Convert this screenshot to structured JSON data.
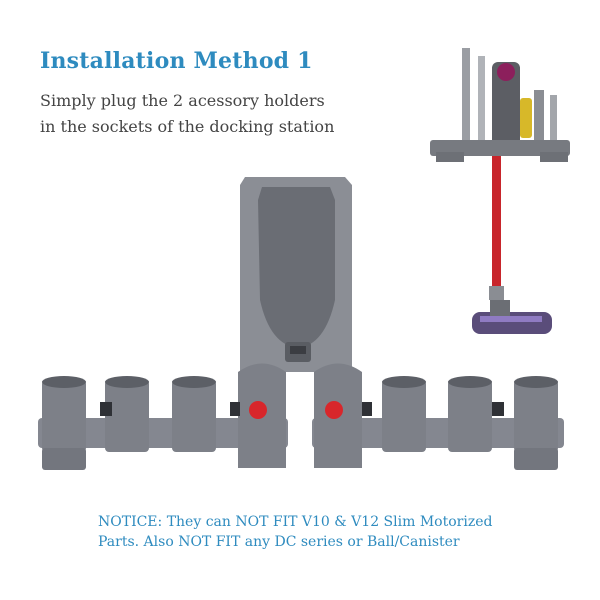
{
  "heading": "Installation Method 1",
  "description": {
    "line1": "Simply plug the 2 acessory holders",
    "line2": "in the sockets of the docking station"
  },
  "notice": {
    "line1": "NOTICE: They can NOT FIT V10 & V12 Slim Motorized",
    "line2": "Parts. Also NOT FIT any DC series or Ball/Canister"
  },
  "colors": {
    "heading": "#2e8bbf",
    "body_text": "#444444",
    "holder_grey": "#7d8088",
    "accent_red": "#d8262b",
    "wand_red": "#c8252b"
  }
}
